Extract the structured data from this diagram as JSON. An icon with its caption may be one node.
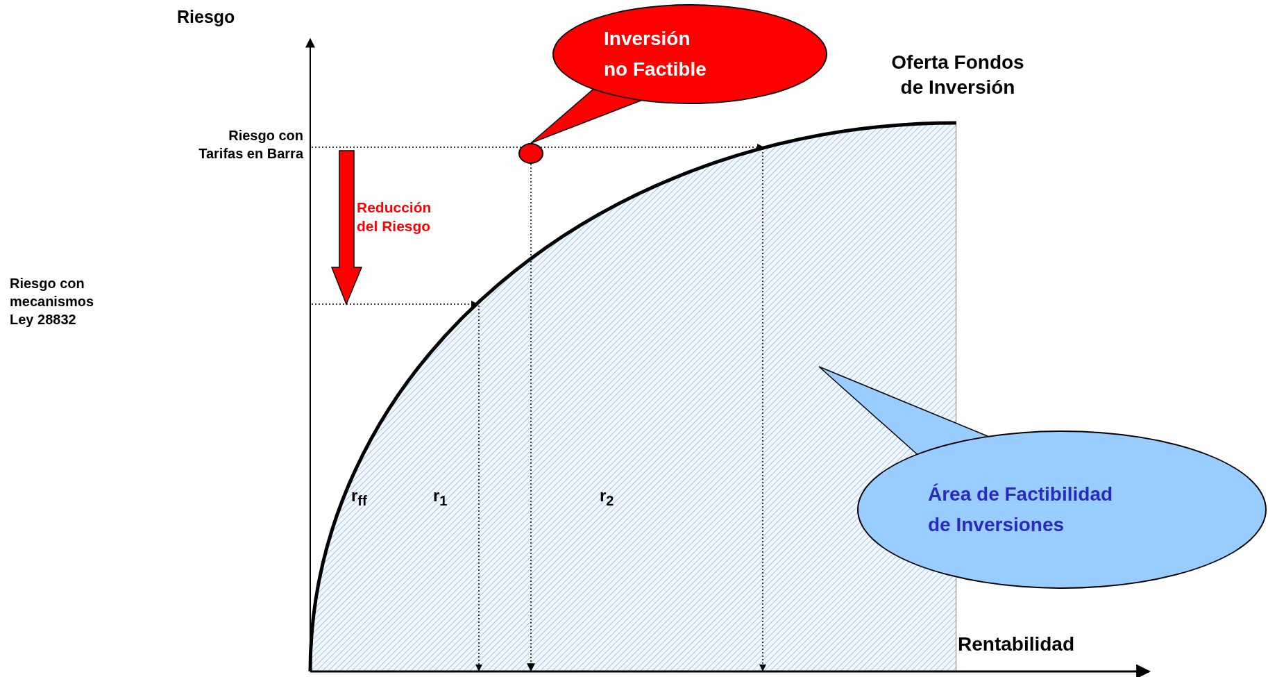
{
  "diagram": {
    "nodes": [
      {
        "text": [
          "Inversión no Factible"
        ]
      },
      {
        "text": [],
        "shape": "circle"
      },
      {
        "text": [
          "Área de Factibilidad de Inversiones"
        ]
      },
      {
        "text": [],
        "shape": "region"
      }
    ],
    "edges": [
      {
        "from": 0,
        "to": 1,
        "arrow": "none"
      },
      {
        "from": 2,
        "to": 3,
        "arrow": "none"
      },
      {
        "from": 1,
        "to": 3,
        "arrow": "to",
        "style": "dashed"
      }
    ],
    "labels": [
      "Riesgo",
      "Riesgo con Tarifas en Barra",
      "Oferta Fondos de Inversión",
      "Reducción del Riesgo",
      "Riesgo con mecanismos Ley 28832",
      "r$_{ff}$",
      "r$_{1}$",
      "r$_{2}$",
      "Rentabilidad"
    ]
  }
}
